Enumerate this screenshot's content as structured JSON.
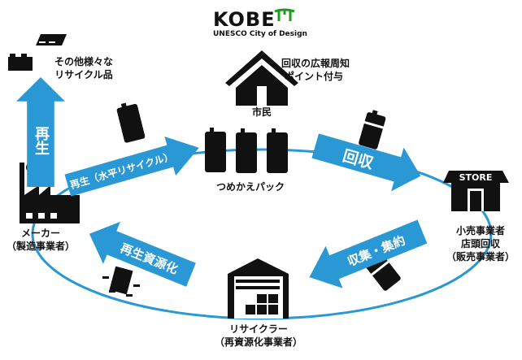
{
  "logo": {
    "name": "KOBE",
    "subtitle": "UNESCO City of Design",
    "mark_color": "#1a9e1a"
  },
  "accent": "#2a98d5",
  "nodes": {
    "citizen": {
      "label": "市民",
      "note_line1": "回収の広報周知",
      "note_line2": "ポイント付与"
    },
    "pack": {
      "label": "つめかえパック"
    },
    "store": {
      "sign": "STORE",
      "line1": "小売事業者",
      "line2": "店頭回収",
      "line3": "（販売事業者）"
    },
    "recycler": {
      "line1": "リサイクラー",
      "line2": "（再資源化事業者）"
    },
    "maker": {
      "line1": "メーカー",
      "line2": "（製造事業者）"
    },
    "others": {
      "line1": "その他様々な",
      "line2": "リサイクル品"
    }
  },
  "arrows": {
    "horizontal": "再生（水平リサイクル）",
    "collect": "回収",
    "gather": "収集・集約",
    "resource": "再生資源化",
    "regen": "再生"
  }
}
